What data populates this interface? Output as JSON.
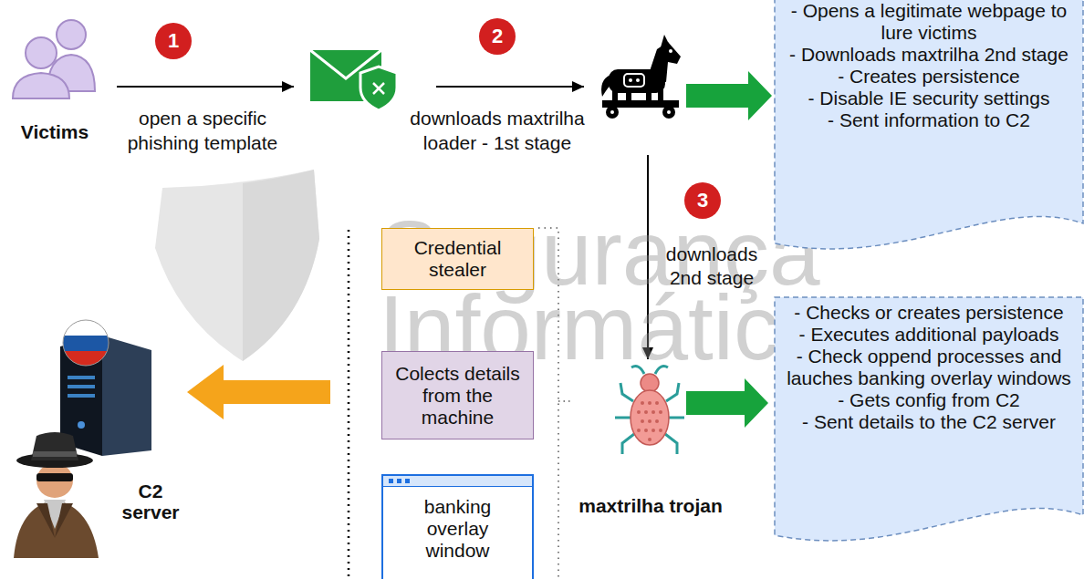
{
  "diagram": {
    "nodes": [
      {
        "text": [
          "- Opens a legitimate webpage to lure victims",
          "- Downloads maxtrilha 2nd stage",
          "- Creates persistence",
          "- Disable IE security settings",
          "- Sent information to C2"
        ]
      },
      {
        "text": [
          "Credential stealer"
        ]
      },
      {
        "text": [
          "Colects details from the machine"
        ]
      },
      {
        "text": [
          "banking overlay window"
        ]
      },
      {
        "text": [
          "maxtrilha trojan"
        ]
      },
      {
        "text": [
          "- Checks or creates persistence",
          "- Executes additional payloads",
          "- Check oppend processes and lauches banking overlay windows",
          "- Gets config from C2",
          "- Sent details to the C2 server"
        ]
      }
    ],
    "edges": [
      {
        "from": 4,
        "to": 5,
        "arrow": "to"
      }
    ],
    "labels": [
      "Victims",
      "1",
      "open a specific phishing template",
      "2",
      "downloads maxtrilha loader - 1st stage",
      "3",
      "downloads 2nd stage",
      "C2 server",
      "Segurança Informática"
    ]
  }
}
